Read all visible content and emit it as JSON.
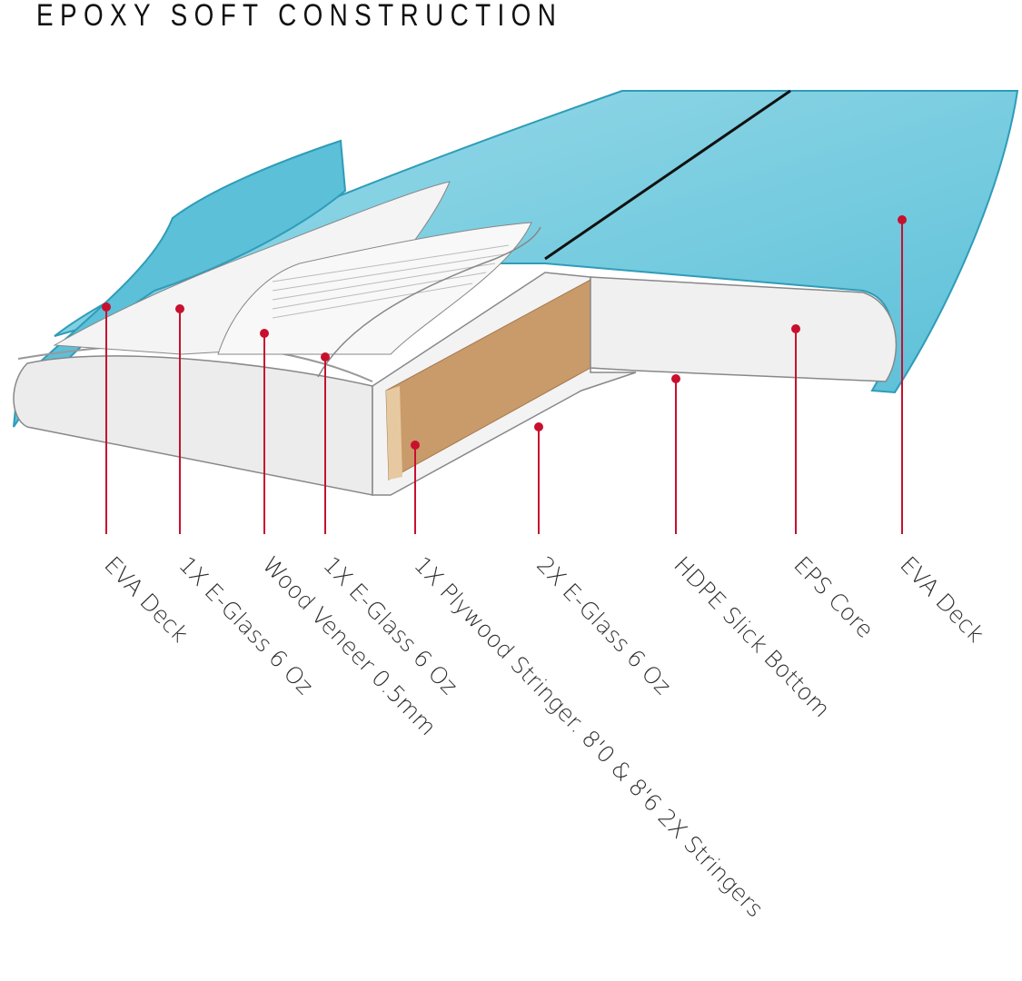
{
  "title": "EPOXY SOFT CONSTRUCTION",
  "colors": {
    "deck": "#7ccfe0",
    "deck_dark": "#3aa9c4",
    "core": "#ececec",
    "stringer": "#c99a6a",
    "callout": "#c8102e"
  },
  "labels": [
    "EVA Deck",
    "1X E-Glass 6 Oz",
    "Wood Veneer 0.5mm",
    "1X E-Glass 6 Oz",
    "1X Plywood Stringer. 8'0 & 8'6 2X Stringers",
    "2X E-Glass 6 Oz",
    "HDPE Slick Bottom",
    "EPS Core",
    "EVA Deck"
  ]
}
